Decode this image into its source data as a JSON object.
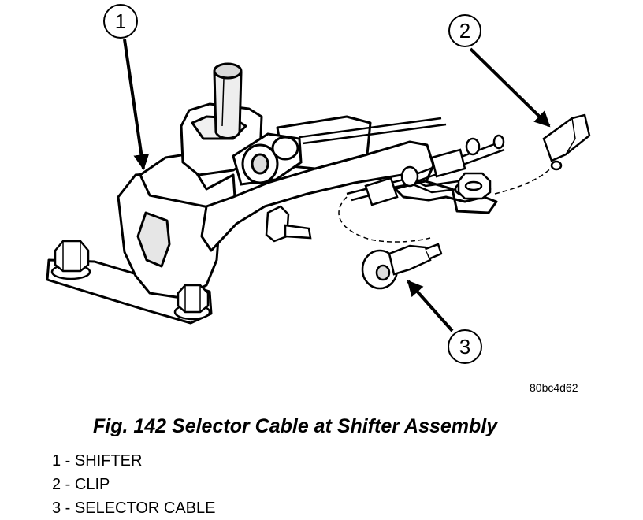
{
  "figure": {
    "code": "80bc4d62",
    "caption": "Fig. 142 Selector Cable at Shifter Assembly"
  },
  "callouts": [
    {
      "number": "1"
    },
    {
      "number": "2"
    },
    {
      "number": "3"
    }
  ],
  "legend": [
    {
      "text": "1 - SHIFTER"
    },
    {
      "text": "2 - CLIP"
    },
    {
      "text": "3 - SELECTOR CABLE"
    }
  ]
}
